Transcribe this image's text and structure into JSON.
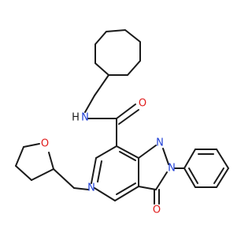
{
  "diagram": {
    "type": "skeletal-formula",
    "atom_labels": {
      "amide_n": "N",
      "amide_h": "H",
      "amide_o": "O",
      "pyrazole_n1": "N",
      "pyrazole_n2": "N",
      "pyridine_n": "N",
      "ketone_o": "O",
      "thf_o": "O"
    },
    "colors": {
      "bond": "#1a1a1a",
      "nitrogen": "#1f3fd6",
      "oxygen": "#e01b1b",
      "background": "#ffffff"
    }
  }
}
